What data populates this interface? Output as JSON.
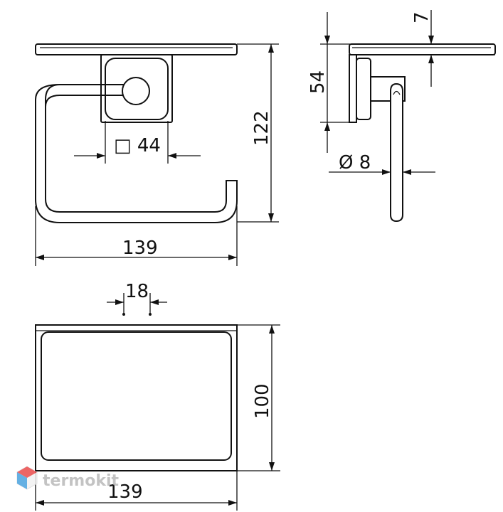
{
  "dimensions": {
    "front_total_width": "139",
    "front_height": "122",
    "plate_square": "□ 44",
    "side_height": "54",
    "side_shelf_thickness": "7",
    "bar_diameter": "Ø 8",
    "top_spacing": "18",
    "top_depth": "100",
    "top_width": "139"
  },
  "watermark": {
    "text": "termokit"
  },
  "colors": {
    "line": "#111111",
    "watermark_gray": "#b9b9b9",
    "logo_red": "#e94b4b",
    "logo_blue": "#4aa3df"
  }
}
